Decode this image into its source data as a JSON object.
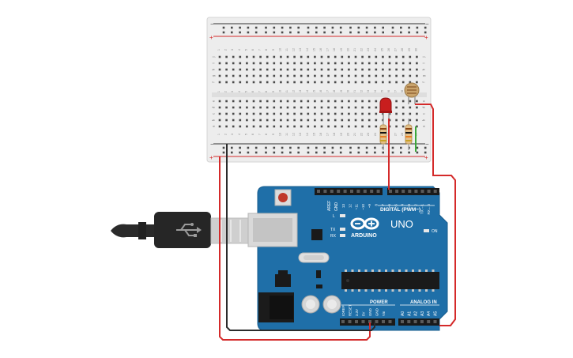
{
  "arduino": {
    "brand": "ARDUINO",
    "model": "UNO",
    "on_label": "ON",
    "l_label": "L",
    "tx_label": "TX",
    "rx_label": "RX",
    "digital_label": "DIGITAL (PWM~)",
    "power_label": "POWER",
    "analog_label": "ANALOG IN",
    "aref_label": "AREF",
    "gnd_label": "GND",
    "power_pins": [
      "IOREF",
      "RESET",
      "3.3V",
      "5V",
      "GND",
      "GND",
      "Vin"
    ],
    "analog_pins": [
      "A0",
      "A1",
      "A2",
      "A3",
      "A4",
      "A5"
    ],
    "digital_pins": [
      "13",
      "12",
      "~11",
      "~10",
      "~9",
      "8",
      "7",
      "~6",
      "~5",
      "4",
      "~3",
      "2",
      "TX→1",
      "RX←0"
    ]
  },
  "breadboard": {
    "plus_label": "+",
    "minus_label": "−",
    "row_letters_top": [
      "j",
      "i",
      "h",
      "g",
      "f"
    ],
    "row_letters_bottom": [
      "e",
      "d",
      "c",
      "b",
      "a"
    ],
    "column_numbers": [
      "1",
      "2",
      "3",
      "4",
      "5",
      "6",
      "7",
      "8",
      "9",
      "10",
      "11",
      "12",
      "13",
      "14",
      "15",
      "16",
      "17",
      "18",
      "19",
      "20",
      "21",
      "22",
      "23",
      "24",
      "25",
      "26",
      "27",
      "28",
      "29",
      "30"
    ]
  },
  "colors": {
    "board_blue": "#1f6fa8",
    "wire_red": "#d42a2a",
    "wire_black": "#2b2b2b",
    "wire_green": "#3aa83a",
    "breadboard_bg": "#eeeeee",
    "led_red": "#c81e1e"
  }
}
